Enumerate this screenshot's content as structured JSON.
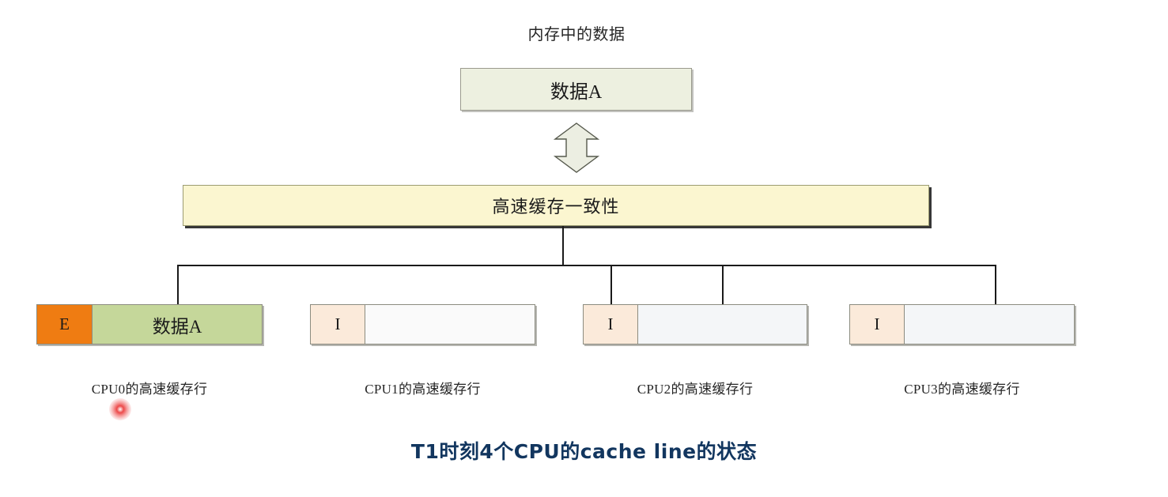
{
  "memory": {
    "title": "内存中的数据",
    "box_label": "数据A",
    "box_fill": "#edf0e0"
  },
  "arrow": {
    "name": "double-headed-vertical-arrow",
    "fill": "#eceee2"
  },
  "coherence": {
    "label": "高速缓存一致性",
    "fill": "#fbf6d0"
  },
  "cache_lines": [
    {
      "cpu": "CPU0",
      "state": "E",
      "state_fill": "#ef7c12",
      "data": "数据A",
      "data_fill": "#c5d79a",
      "caption": "CPU0的高速缓存行"
    },
    {
      "cpu": "CPU1",
      "state": "I",
      "state_fill": "#fbeada",
      "data": "",
      "data_fill": "#fafafa",
      "caption": "CPU1的高速缓存行"
    },
    {
      "cpu": "CPU2",
      "state": "I",
      "state_fill": "#fbeada",
      "data": "",
      "data_fill": "#f4f6f8",
      "caption": "CPU2的高速缓存行"
    },
    {
      "cpu": "CPU3",
      "state": "I",
      "state_fill": "#fbeada",
      "data": "",
      "data_fill": "#f4f6f8",
      "caption": "CPU3的高速缓存行"
    }
  ],
  "caption": "T1时刻4个CPU的cache line的状态",
  "caption_color": "#12365f",
  "cursor": {
    "name": "click-indicator",
    "color": "#ec4646"
  }
}
